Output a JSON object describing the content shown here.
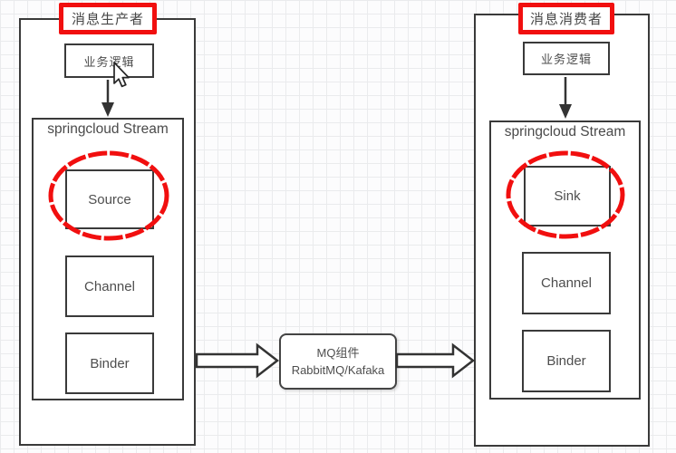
{
  "diagram": {
    "producer": {
      "title": "消息生产者",
      "business_logic": "业务逻辑",
      "stream_label": "springcloud Stream",
      "components": [
        "Source",
        "Channel",
        "Binder"
      ]
    },
    "consumer": {
      "title": "消息消费者",
      "business_logic": "业务逻辑",
      "stream_label": "springcloud Stream",
      "components": [
        "Sink",
        "Channel",
        "Binder"
      ]
    },
    "mq": {
      "line1": "MQ组件",
      "line2": "RabbitMQ/Kafaka"
    },
    "icons": {
      "cursor": "mouse-pointer-icon",
      "highlight": "red-ellipse-highlight"
    },
    "colors": {
      "highlight_red": "#f10f0f",
      "border_dark": "#3a3a3a",
      "text_gray": "#4e4e4e",
      "canvas_grid": "#eaebed"
    }
  }
}
